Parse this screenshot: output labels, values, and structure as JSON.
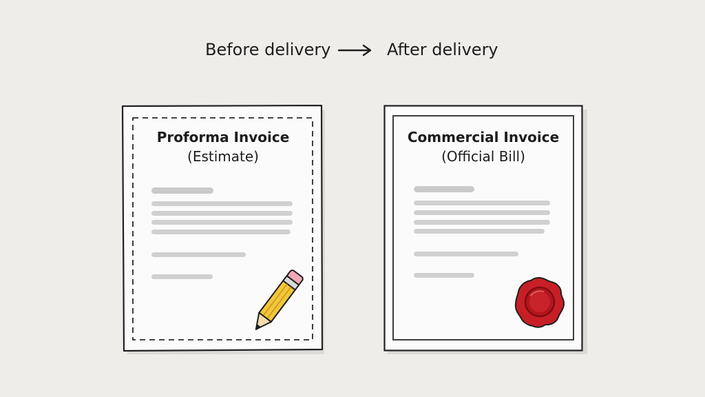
{
  "header": {
    "from_label": "Before delivery",
    "to_label": "After delivery",
    "arrow_icon": "right-arrow-icon"
  },
  "documents": [
    {
      "title": "Proforma Invoice",
      "subtitle": "(Estimate)",
      "border_style": "dashed",
      "icon": "pencil-icon"
    },
    {
      "title": "Commercial Invoice",
      "subtitle": "(Official Bill)",
      "border_style": "double",
      "icon": "wax-seal-icon"
    }
  ],
  "colors": {
    "background": "#efedea",
    "paper": "#fbfbfb",
    "ink": "#1e1e1e",
    "placeholder_lines": "#d0d0d0",
    "pencil_body": "#f3c63a",
    "pencil_eraser": "#f2a9b6",
    "seal_red": "#c81f26"
  }
}
